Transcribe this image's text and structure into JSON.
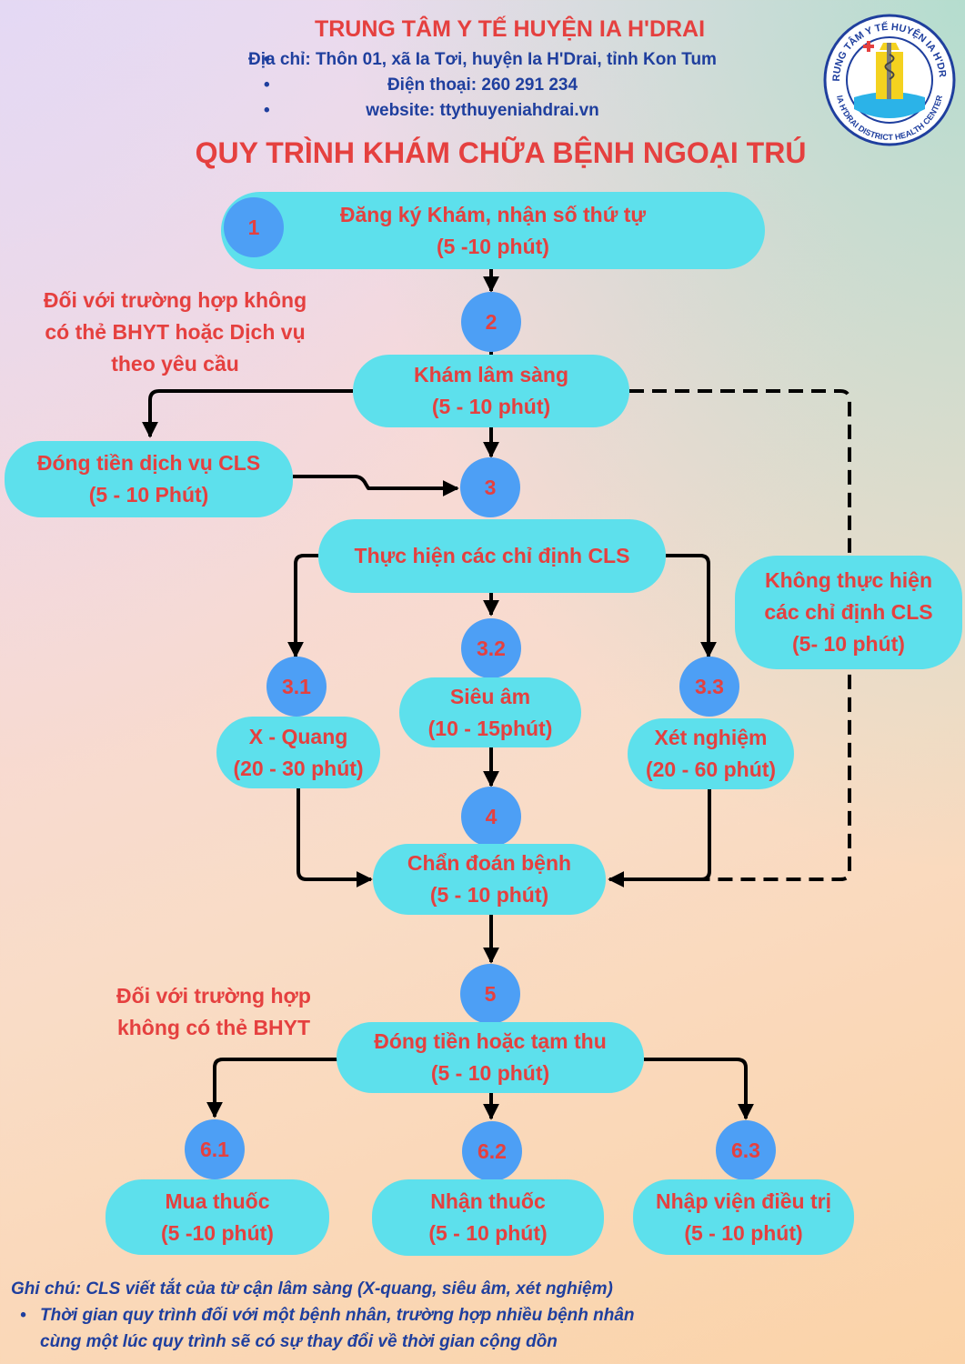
{
  "header": {
    "organization": "TRUNG TÂM Y TẾ HUYỆN IA H'DRAI",
    "address": "Địa chỉ: Thôn 01, xã Ia Tơi, huyện Ia H'Drai, tỉnh Kon Tum",
    "phone": "Điện thoại: 260 291 234",
    "website": "website: ttythuyeniahdrai.vn",
    "bullet": "•"
  },
  "logo": {
    "text_top": "TRUNG TÂM Y TẾ HUYỆN IA H'DRAI",
    "text_bottom": "IA H'DRAI DISTRICT HEALTH CENTER"
  },
  "title": "QUY TRÌNH KHÁM CHỮA BỆNH NGOẠI TRÚ",
  "colors": {
    "red": "#e5403f",
    "navy": "#1f3f9e",
    "pill": "#5de0ec",
    "circle": "#4d9ff5"
  },
  "notes": {
    "no_insurance_service": [
      "Đối với trường hợp không",
      "có thẻ BHYT hoặc Dịch vụ",
      "theo yêu cầu"
    ],
    "no_insurance": [
      "Đối với trường hợp",
      "không có thẻ BHYT"
    ]
  },
  "steps": {
    "s1": {
      "num": "1",
      "lines": [
        "Đăng ký Khám, nhận số thứ tự",
        "(5 -10 phút)"
      ]
    },
    "s2": {
      "num": "2",
      "lines": [
        "Khám lâm sàng",
        "(5 - 10 phút)"
      ]
    },
    "pay_cls": {
      "lines": [
        "Đóng tiền dịch vụ CLS",
        "(5 - 10 Phút)"
      ]
    },
    "s3": {
      "num": "3",
      "lines": [
        "Thực hiện các chỉ định CLS"
      ]
    },
    "no_cls": {
      "lines": [
        "Không thực hiện",
        "các chỉ định CLS",
        "(5- 10 phút)"
      ]
    },
    "s31": {
      "num": "3.1",
      "lines": [
        "X - Quang",
        "(20 - 30 phút)"
      ]
    },
    "s32": {
      "num": "3.2",
      "lines": [
        "Siêu âm",
        "(10 - 15phút)"
      ]
    },
    "s33": {
      "num": "3.3",
      "lines": [
        "Xét nghiệm",
        "(20 - 60 phút)"
      ]
    },
    "s4": {
      "num": "4",
      "lines": [
        "Chẩn đoán bệnh",
        "(5 - 10 phút)"
      ]
    },
    "s5": {
      "num": "5",
      "lines": [
        "Đóng tiền hoặc tạm thu",
        "(5 - 10 phút)"
      ]
    },
    "s61": {
      "num": "6.1",
      "lines": [
        "Mua thuốc",
        "(5 -10 phút)"
      ]
    },
    "s62": {
      "num": "6.2",
      "lines": [
        "Nhận thuốc",
        "(5 - 10 phút)"
      ]
    },
    "s63": {
      "num": "6.3",
      "lines": [
        "Nhập viện điều trị",
        "(5 - 10 phút)"
      ]
    }
  },
  "footer": {
    "note": "Ghi chú: CLS  viết tắt của từ cận lâm sàng (X-quang, siêu âm, xét nghiệm)",
    "bullet_line1": "Thời gian quy trình đối với một bệnh nhân, trường hợp nhiều bệnh nhân",
    "bullet_line2": "cùng một lúc quy trình sẽ có sự thay đổi về thời gian cộng dồn",
    "bullet": "•"
  }
}
